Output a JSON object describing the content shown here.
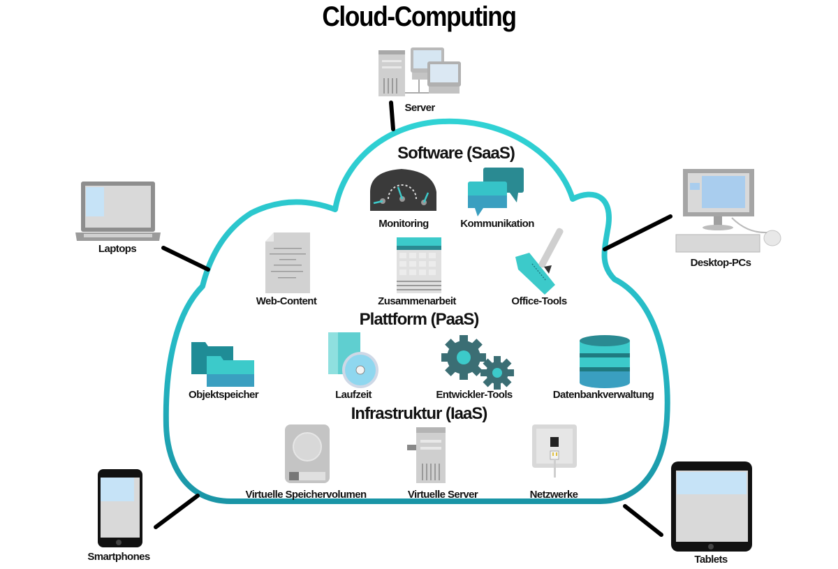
{
  "title": "Cloud-Computing",
  "colors": {
    "cloud_outline_top": "#2fd0d0",
    "cloud_outline_bottom": "#1a9aa8",
    "connector": "#000000",
    "teal_light": "#3cc9c9",
    "teal_dark": "#2a8a92",
    "device_gray": "#9e9e9e",
    "screen_blue": "#c6e3f7"
  },
  "devices": [
    {
      "id": "server",
      "label": "Server",
      "icon": "server-workstations-icon"
    },
    {
      "id": "laptops",
      "label": "Laptops",
      "icon": "laptop-icon"
    },
    {
      "id": "desktop",
      "label": "Desktop-PCs",
      "icon": "desktop-pc-icon"
    },
    {
      "id": "smartphones",
      "label": "Smartphones",
      "icon": "smartphone-icon"
    },
    {
      "id": "tablets",
      "label": "Tablets",
      "icon": "tablet-icon"
    }
  ],
  "sections": {
    "saas": {
      "title": "Software (SaaS)",
      "items": [
        {
          "label": "Monitoring",
          "icon": "dashboard-gauge-icon"
        },
        {
          "label": "Kommunikation",
          "icon": "chat-bubbles-icon"
        },
        {
          "label": "Web-Content",
          "icon": "document-icon"
        },
        {
          "label": "Zusammenarbeit",
          "icon": "calendar-icon"
        },
        {
          "label": "Office-Tools",
          "icon": "pen-paper-icon"
        }
      ]
    },
    "paas": {
      "title": "Plattform (PaaS)",
      "items": [
        {
          "label": "Objektspeicher",
          "icon": "folders-icon"
        },
        {
          "label": "Laufzeit",
          "icon": "software-disc-icon"
        },
        {
          "label": "Entwickler-Tools",
          "icon": "gears-icon"
        },
        {
          "label": "Datenbankverwaltung",
          "icon": "database-icon"
        }
      ]
    },
    "iaas": {
      "title": "Infrastruktur (IaaS)",
      "items": [
        {
          "label": "Virtuelle Speichervolumen",
          "icon": "hard-drive-icon"
        },
        {
          "label": "Virtuelle Server",
          "icon": "server-tower-icon"
        },
        {
          "label": "Netzwerke",
          "icon": "network-socket-icon"
        }
      ]
    }
  }
}
